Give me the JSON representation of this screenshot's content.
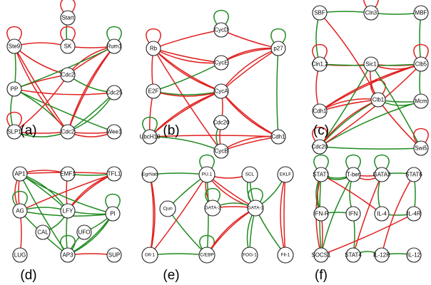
{
  "colors": {
    "activation": "#1e8a1e",
    "inhibition": "#e0201f"
  },
  "panels": [
    {
      "label": "(a)",
      "nodes": [
        {
          "id": "Start",
          "label": "Start"
        },
        {
          "id": "SK",
          "label": "SK"
        },
        {
          "id": "Ste9",
          "label": "Ste9"
        },
        {
          "id": "Rum1",
          "label": "Rum1"
        },
        {
          "id": "Cdc2a",
          "label": "Cdc2"
        },
        {
          "id": "PP",
          "label": "PP"
        },
        {
          "id": "Cdc25",
          "label": "Cdc25"
        },
        {
          "id": "SLP1",
          "label": "SLP1"
        },
        {
          "id": "Cdc2b",
          "label": "Cdc2"
        },
        {
          "id": "Wee1",
          "label": "Wee1"
        }
      ],
      "edges": [
        [
          "Start",
          "Start",
          "r",
          "loop"
        ],
        [
          "Start",
          "SK",
          "g"
        ],
        [
          "SK",
          "SK",
          "r",
          "loop"
        ],
        [
          "SK",
          "Ste9",
          "r"
        ],
        [
          "SK",
          "Rum1",
          "r"
        ],
        [
          "Ste9",
          "Ste9",
          "r",
          "loop"
        ],
        [
          "Ste9",
          "Cdc2a",
          "r"
        ],
        [
          "Ste9",
          "Cdc2b",
          "r"
        ],
        [
          "Rum1",
          "Cdc2a",
          "r"
        ],
        [
          "Rum1",
          "Cdc2b",
          "r"
        ],
        [
          "Rum1",
          "Rum1",
          "g",
          "loop"
        ],
        [
          "Cdc2a",
          "PP",
          "r"
        ],
        [
          "Cdc2a",
          "Cdc25",
          "g"
        ],
        [
          "Cdc2a",
          "Rum1",
          "r"
        ],
        [
          "PP",
          "Ste9",
          "g"
        ],
        [
          "PP",
          "Cdc25",
          "r"
        ],
        [
          "PP",
          "Wee1",
          "g"
        ],
        [
          "PP",
          "Rum1",
          "g"
        ],
        [
          "PP",
          "SLP1",
          "g"
        ],
        [
          "SLP1",
          "SLP1",
          "r",
          "loop"
        ],
        [
          "SLP1",
          "Cdc2b",
          "r"
        ],
        [
          "SLP1",
          "Cdc2a",
          "r"
        ],
        [
          "Cdc2b",
          "Wee1",
          "r"
        ],
        [
          "Cdc2b",
          "Cdc25",
          "g"
        ],
        [
          "Cdc2b",
          "PP",
          "g"
        ],
        [
          "Cdc2b",
          "Ste9",
          "r"
        ],
        [
          "Wee1",
          "Cdc2b",
          "r"
        ],
        [
          "Cdc25",
          "Cdc2b",
          "g"
        ],
        [
          "Cdc2b",
          "Rum1",
          "r"
        ],
        [
          "Cdc2b",
          "SLP1",
          "g"
        ]
      ]
    },
    {
      "label": "(b)",
      "nodes": [
        {
          "id": "CycD",
          "label": "CycD"
        },
        {
          "id": "Rb",
          "label": "Rb"
        },
        {
          "id": "p27",
          "label": "p27"
        },
        {
          "id": "CycE",
          "label": "CycE"
        },
        {
          "id": "E2F",
          "label": "E2F"
        },
        {
          "id": "CycA",
          "label": "CycA"
        },
        {
          "id": "Cdc20",
          "label": "Cdc20"
        },
        {
          "id": "UbcH10",
          "label": "UbcH10"
        },
        {
          "id": "Cdh1",
          "label": "Cdh1"
        },
        {
          "id": "CycB",
          "label": "CycB"
        }
      ],
      "edges": [
        [
          "CycD",
          "CycD",
          "g",
          "loop"
        ],
        [
          "CycD",
          "Rb",
          "r"
        ],
        [
          "CycD",
          "p27",
          "r"
        ],
        [
          "Rb",
          "Rb",
          "r",
          "loop"
        ],
        [
          "Rb",
          "E2F",
          "r"
        ],
        [
          "Rb",
          "CycE",
          "r"
        ],
        [
          "Rb",
          "CycA",
          "r"
        ],
        [
          "Rb",
          "CycB",
          "r"
        ],
        [
          "p27",
          "p27",
          "g",
          "loop"
        ],
        [
          "p27",
          "CycE",
          "r"
        ],
        [
          "p27",
          "CycA",
          "r"
        ],
        [
          "p27",
          "Cdh1",
          "g"
        ],
        [
          "CycE",
          "Rb",
          "r"
        ],
        [
          "CycE",
          "p27",
          "r"
        ],
        [
          "E2F",
          "CycE",
          "g"
        ],
        [
          "E2F",
          "CycA",
          "g"
        ],
        [
          "E2F",
          "UbcH10",
          "r"
        ],
        [
          "CycA",
          "p27",
          "r"
        ],
        [
          "CycA",
          "Cdh1",
          "r"
        ],
        [
          "CycA",
          "Rb",
          "r"
        ],
        [
          "CycA",
          "E2F",
          "r"
        ],
        [
          "CycA",
          "UbcH10",
          "r"
        ],
        [
          "Cdc20",
          "CycA",
          "r"
        ],
        [
          "Cdc20",
          "CycB",
          "r"
        ],
        [
          "Cdh1",
          "CycA",
          "r"
        ],
        [
          "Cdh1",
          "CycB",
          "r"
        ],
        [
          "Cdh1",
          "UbcH10",
          "r"
        ],
        [
          "UbcH10",
          "UbcH10",
          "g",
          "loop"
        ],
        [
          "CycB",
          "Cdc20",
          "g"
        ],
        [
          "CycB",
          "Cdh1",
          "r"
        ],
        [
          "CycB",
          "UbcH10",
          "g"
        ],
        [
          "UbcH10",
          "CycA",
          "r"
        ]
      ]
    },
    {
      "label": "(c)",
      "nodes": [
        {
          "id": "SBF",
          "label": "SBF"
        },
        {
          "id": "Cln3",
          "label": "Cln3"
        },
        {
          "id": "MBF",
          "label": "MBF"
        },
        {
          "id": "Cln12",
          "label": "Cln1,2"
        },
        {
          "id": "Sic1",
          "label": "Sic1"
        },
        {
          "id": "Clb5",
          "label": "Clb5"
        },
        {
          "id": "Cdh1",
          "label": "Cdh1"
        },
        {
          "id": "Clb1",
          "label": "Clb1"
        },
        {
          "id": "Mcm",
          "label": "Mcm"
        },
        {
          "id": "Cdc20",
          "label": "Cdc20"
        },
        {
          "id": "Swi5",
          "label": "Swi5"
        }
      ],
      "edges": [
        [
          "Cln3",
          "Cln3",
          "r",
          "loop"
        ],
        [
          "Cln3",
          "SBF",
          "g"
        ],
        [
          "Cln3",
          "MBF",
          "g"
        ],
        [
          "SBF",
          "Cln12",
          "g"
        ],
        [
          "MBF",
          "Clb5",
          "g"
        ],
        [
          "Cln12",
          "Sic1",
          "r"
        ],
        [
          "Cln12",
          "Cdh1",
          "r"
        ],
        [
          "Cln12",
          "Cln12",
          "r",
          "loop"
        ],
        [
          "Sic1",
          "Clb5",
          "r"
        ],
        [
          "Sic1",
          "Clb1",
          "r"
        ],
        [
          "Clb5",
          "Sic1",
          "r"
        ],
        [
          "Clb5",
          "Mcm",
          "g"
        ],
        [
          "Clb5",
          "Cdh1",
          "r"
        ],
        [
          "Clb5",
          "Clb5",
          "r",
          "loop"
        ],
        [
          "Clb1",
          "Cdh1",
          "r"
        ],
        [
          "Clb1",
          "Cdc20",
          "g"
        ],
        [
          "Clb1",
          "Mcm",
          "g"
        ],
        [
          "Clb1",
          "Swi5",
          "r"
        ],
        [
          "Clb1",
          "SBF",
          "r"
        ],
        [
          "Clb1",
          "Clb1",
          "r",
          "loop"
        ],
        [
          "Mcm",
          "Clb1",
          "g"
        ],
        [
          "Mcm",
          "Cdc20",
          "g"
        ],
        [
          "Cdh1",
          "Clb1",
          "r"
        ],
        [
          "Cdc20",
          "Clb1",
          "r"
        ],
        [
          "Cdc20",
          "Clb5",
          "r"
        ],
        [
          "Cdc20",
          "Swi5",
          "g"
        ],
        [
          "Cdc20",
          "Sic1",
          "g"
        ],
        [
          "Cdc20",
          "Cdc20",
          "r",
          "loop"
        ],
        [
          "Swi5",
          "Sic1",
          "g"
        ],
        [
          "Swi5",
          "Swi5",
          "r",
          "loop"
        ],
        [
          "Cdh1",
          "Clb5",
          "r"
        ],
        [
          "Cln12",
          "Clb5",
          "g"
        ]
      ]
    },
    {
      "label": "(d)",
      "nodes": [
        {
          "id": "AP1",
          "label": "AP1"
        },
        {
          "id": "EMF1",
          "label": "EMF1"
        },
        {
          "id": "TFL1",
          "label": "TFL1"
        },
        {
          "id": "AG",
          "label": "AG"
        },
        {
          "id": "LFY",
          "label": "LFY"
        },
        {
          "id": "PI",
          "label": "PI"
        },
        {
          "id": "UFO",
          "label": "UFO"
        },
        {
          "id": "CAL",
          "label": "CAL"
        },
        {
          "id": "LUG",
          "label": "LUG"
        },
        {
          "id": "AP3",
          "label": "AP3"
        },
        {
          "id": "SUP",
          "label": "SUP"
        }
      ],
      "edges": [
        [
          "EMF1",
          "AP1",
          "r"
        ],
        [
          "EMF1",
          "LFY",
          "r"
        ],
        [
          "EMF1",
          "TFL1",
          "g"
        ],
        [
          "TFL1",
          "LFY",
          "r"
        ],
        [
          "TFL1",
          "AP1",
          "r"
        ],
        [
          "LFY",
          "AP1",
          "g"
        ],
        [
          "LFY",
          "AG",
          "g"
        ],
        [
          "LFY",
          "AP3",
          "g"
        ],
        [
          "LFY",
          "PI",
          "g"
        ],
        [
          "LFY",
          "TFL1",
          "r"
        ],
        [
          "AP1",
          "AG",
          "r"
        ],
        [
          "AG",
          "AP1",
          "r"
        ],
        [
          "AP1",
          "LFY",
          "g"
        ],
        [
          "AG",
          "AG",
          "g",
          "loop"
        ],
        [
          "LUG",
          "AG",
          "r"
        ],
        [
          "CAL",
          "LFY",
          "g"
        ],
        [
          "UFO",
          "AP3",
          "g"
        ],
        [
          "UFO",
          "PI",
          "g"
        ],
        [
          "AP3",
          "PI",
          "g"
        ],
        [
          "PI",
          "AP3",
          "g"
        ],
        [
          "SUP",
          "AP3",
          "r"
        ],
        [
          "AP3",
          "AP3",
          "g",
          "loop"
        ],
        [
          "PI",
          "PI",
          "g",
          "loop"
        ],
        [
          "AG",
          "AP3",
          "g"
        ],
        [
          "AG",
          "PI",
          "g"
        ],
        [
          "TFL1",
          "AG",
          "r"
        ],
        [
          "AP1",
          "AP3",
          "g"
        ],
        [
          "AP1",
          "PI",
          "g"
        ]
      ]
    },
    {
      "label": "(e)",
      "nodes": [
        {
          "id": "EgrNab",
          "label": "EgrNab"
        },
        {
          "id": "PU1",
          "label": "PU.1"
        },
        {
          "id": "SCL",
          "label": "SCL"
        },
        {
          "id": "EKLF",
          "label": "EKLF"
        },
        {
          "id": "Cjun",
          "label": "Cjun"
        },
        {
          "id": "GATA2",
          "label": "GATA-2"
        },
        {
          "id": "GATA1",
          "label": "GATA-1"
        },
        {
          "id": "Gfi1",
          "label": "Gfi-1"
        },
        {
          "id": "CEBP",
          "label": "C/EBP"
        },
        {
          "id": "FOG1",
          "label": "FOG-1"
        },
        {
          "id": "Fli1",
          "label": "Fli-1"
        }
      ],
      "edges": [
        [
          "PU1",
          "PU1",
          "g",
          "loop"
        ],
        [
          "PU1",
          "EgrNab",
          "g"
        ],
        [
          "PU1",
          "Cjun",
          "g"
        ],
        [
          "PU1",
          "GATA2",
          "r"
        ],
        [
          "PU1",
          "GATA1",
          "r"
        ],
        [
          "GATA1",
          "PU1",
          "r"
        ],
        [
          "GATA2",
          "GATA2",
          "g",
          "loop"
        ],
        [
          "GATA1",
          "GATA1",
          "g",
          "loop"
        ],
        [
          "GATA1",
          "GATA2",
          "r"
        ],
        [
          "GATA2",
          "GATA1",
          "g"
        ],
        [
          "SCL",
          "GATA1",
          "g"
        ],
        [
          "GATA1",
          "SCL",
          "g"
        ],
        [
          "GATA1",
          "EKLF",
          "g"
        ],
        [
          "GATA1",
          "Fli1",
          "g"
        ],
        [
          "EKLF",
          "Fli1",
          "r"
        ],
        [
          "Fli1",
          "EKLF",
          "r"
        ],
        [
          "GATA1",
          "FOG1",
          "g"
        ],
        [
          "FOG1",
          "GATA1",
          "g"
        ],
        [
          "CEBP",
          "CEBP",
          "g",
          "loop"
        ],
        [
          "CEBP",
          "PU1",
          "g"
        ],
        [
          "CEBP",
          "Gfi1",
          "g"
        ],
        [
          "Gfi1",
          "EgrNab",
          "r"
        ],
        [
          "EgrNab",
          "Gfi1",
          "r"
        ],
        [
          "Cjun",
          "CEBP",
          "g"
        ],
        [
          "GATA1",
          "CEBP",
          "r"
        ],
        [
          "CEBP",
          "GATA1",
          "r"
        ],
        [
          "Gfi1",
          "PU1",
          "r"
        ],
        [
          "PU1",
          "SCL",
          "r"
        ]
      ]
    },
    {
      "label": "(f)",
      "nodes": [
        {
          "id": "STAT1",
          "label": "STAT1"
        },
        {
          "id": "Tbet",
          "label": "T-bet"
        },
        {
          "id": "GATA3",
          "label": "GATA3"
        },
        {
          "id": "STAT6",
          "label": "STAT6"
        },
        {
          "id": "IFNR",
          "label": "IFN-R"
        },
        {
          "id": "IFN",
          "label": "IFN"
        },
        {
          "id": "IL4",
          "label": "IL-4"
        },
        {
          "id": "IL4R",
          "label": "IL-4R"
        },
        {
          "id": "SOCS1",
          "label": "SOCS1"
        },
        {
          "id": "STAT4",
          "label": "STAT4"
        },
        {
          "id": "IL12R",
          "label": "IL-12R"
        },
        {
          "id": "IL12",
          "label": "IL-12"
        }
      ],
      "edges": [
        [
          "STAT1",
          "Tbet",
          "g"
        ],
        [
          "Tbet",
          "Tbet",
          "g",
          "loop"
        ],
        [
          "Tbet",
          "GATA3",
          "r"
        ],
        [
          "GATA3",
          "Tbet",
          "r"
        ],
        [
          "GATA3",
          "GATA3",
          "g",
          "loop"
        ],
        [
          "STAT6",
          "GATA3",
          "g"
        ],
        [
          "GATA3",
          "IL4",
          "g"
        ],
        [
          "IL4",
          "IL4R",
          "g"
        ],
        [
          "IL4R",
          "STAT6",
          "g"
        ],
        [
          "STAT1",
          "IFNR",
          "g"
        ],
        [
          "IFNR",
          "STAT1",
          "g"
        ],
        [
          "IFN",
          "IFNR",
          "g"
        ],
        [
          "Tbet",
          "IFN",
          "g"
        ],
        [
          "STAT4",
          "IFN",
          "g"
        ],
        [
          "IL12",
          "IL12R",
          "g"
        ],
        [
          "IL12R",
          "STAT4",
          "g"
        ],
        [
          "SOCS1",
          "IFNR",
          "r"
        ],
        [
          "SOCS1",
          "IL4R",
          "r"
        ],
        [
          "Tbet",
          "SOCS1",
          "g"
        ],
        [
          "STAT1",
          "SOCS1",
          "g"
        ],
        [
          "GATA3",
          "STAT4",
          "r"
        ],
        [
          "Tbet",
          "STAT1",
          "g"
        ],
        [
          "STAT1",
          "STAT1",
          "g",
          "loop"
        ],
        [
          "SOCS1",
          "STAT1",
          "r"
        ],
        [
          "STAT6",
          "IL12R",
          "r"
        ],
        [
          "IL4",
          "STAT1",
          "r"
        ]
      ]
    }
  ]
}
